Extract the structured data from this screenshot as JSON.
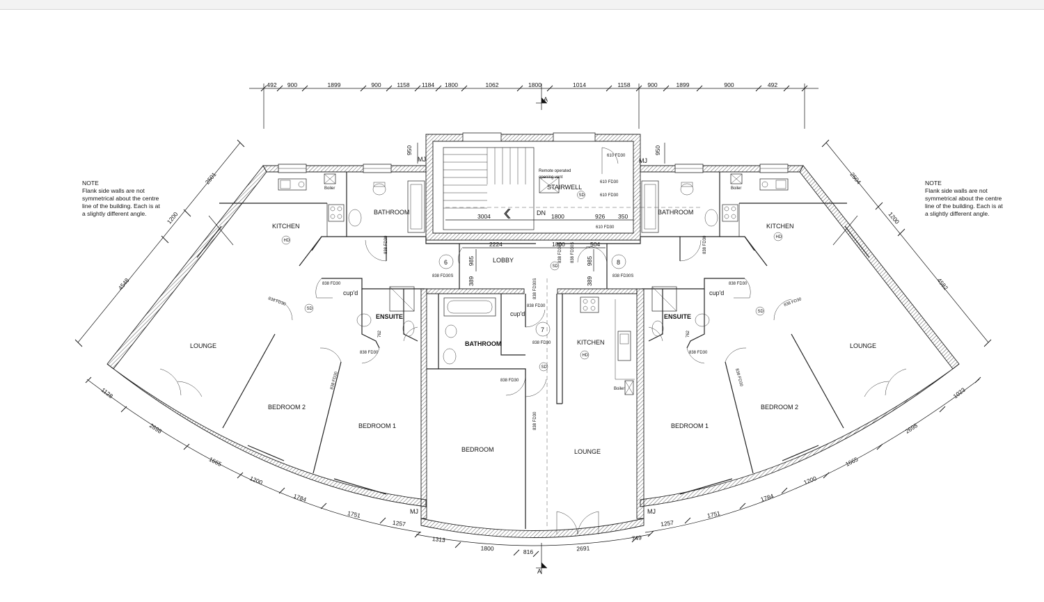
{
  "top_dims": [
    "492",
    "900",
    "1899",
    "900",
    "1158",
    "1184",
    "1800",
    "1062",
    "1800",
    "1014",
    "1158",
    "900",
    "1899",
    "900",
    "492"
  ],
  "rooms": {
    "kitchen_left": "KITCHEN",
    "kitchen_right": "KITCHEN",
    "kitchen_centre": "KITCHEN",
    "bathroom_left": "BATHROOM",
    "bathroom_right": "BATHROOM",
    "bathroom_centre": "BATHROOM",
    "stairwell": "STAIRWELL",
    "lobby": "LOBBY",
    "ensuite_left": "ENSUITE",
    "ensuite_right": "ENSUITE",
    "lounge_left": "LOUNGE",
    "lounge_right": "LOUNGE",
    "lounge_centre": "LOUNGE",
    "bedroom2_left": "BEDROOM 2",
    "bedroom2_right": "BEDROOM 2",
    "bedroom1_left": "BEDROOM 1",
    "bedroom1_right": "BEDROOM 1",
    "bedroom_centre": "BEDROOM",
    "cupd_left": "cup'd",
    "cupd_right": "cup'd",
    "cupd_centre": "cup'd"
  },
  "note": {
    "heading": "NOTE",
    "lines": [
      "Flank side walls are not",
      "symmetrical about the centre",
      "line of the building. Each is at",
      "a slightly different angle."
    ]
  },
  "flat_numbers": [
    "6",
    "7",
    "8"
  ],
  "section_marker": "A",
  "stair": {
    "vent_1": "Remote operated",
    "vent_2": "opening vent",
    "sd": "SD",
    "dn": "DN"
  },
  "labels": {
    "mj": "MJ",
    "boiler": "Boiler",
    "hd": "HD",
    "sd": "SD",
    "fd30_610": "610 FD30",
    "fd30_838": "838 FD30",
    "fd30s_838": "838 FD30S",
    "v762": "762"
  },
  "inner_dims": {
    "d3004": "3004",
    "d1800": "1800",
    "d926": "926",
    "d350": "350",
    "d2224": "2224",
    "d1800b": "1800",
    "d504": "504",
    "d985a": "985",
    "d985b": "985",
    "d389a": "389",
    "d389b": "389",
    "d950a": "950",
    "d950b": "950"
  },
  "left_wall_dims": {
    "d2501": "2501",
    "d1200": "1200",
    "d4548": "4548"
  },
  "right_wall_dims": {
    "d2504": "2504",
    "d1200": "1200",
    "d4582": "4582"
  },
  "bottom_dims_left": [
    "1128",
    "2698",
    "1665",
    "1200",
    "1784",
    "1751",
    "1257"
  ],
  "bottom_dims_centre": [
    "1313",
    "1800",
    "816",
    "2691",
    "749"
  ],
  "bottom_dims_right": [
    "1257",
    "1751",
    "1784",
    "1200",
    "1665",
    "2698",
    "1023"
  ]
}
